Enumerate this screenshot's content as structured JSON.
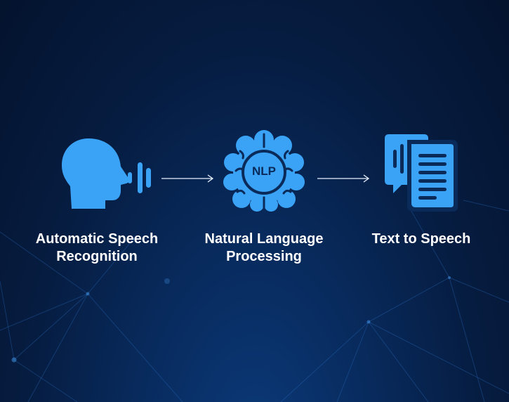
{
  "colors": {
    "accent": "#3aa3f5",
    "text": "#ffffff",
    "background": "#061c40"
  },
  "steps": [
    {
      "icon": "speaking-head-icon",
      "label_lines": [
        "Automatic Speech",
        "Recognition"
      ]
    },
    {
      "icon": "brain-nlp-icon",
      "badge": "NLP",
      "label_lines": [
        "Natural Language",
        "Processing"
      ]
    },
    {
      "icon": "document-speech-icon",
      "label_lines": [
        "Text to Speech"
      ]
    }
  ]
}
